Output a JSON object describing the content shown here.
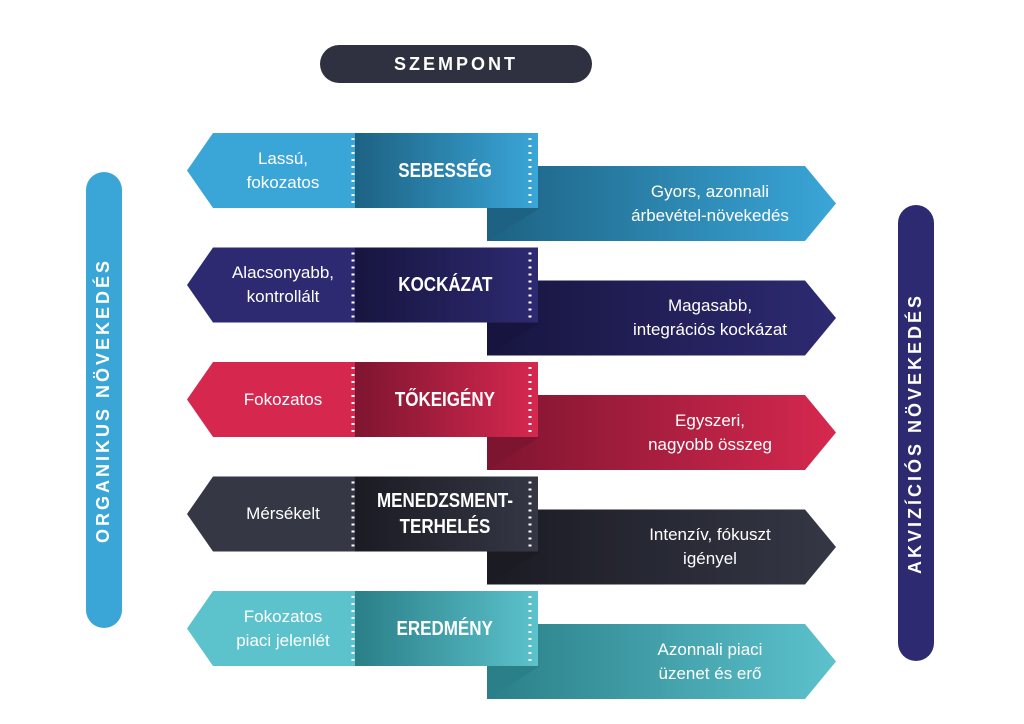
{
  "header": {
    "title": "SZEMPONT"
  },
  "left_axis": {
    "label": "ORGANIKUS NÖVEKEDÉS",
    "color": "#3aa6d8"
  },
  "right_axis": {
    "label": "AKVIZÍCIÓS NÖVEKEDÉS",
    "color": "#2e2a72"
  },
  "rows": [
    {
      "label": "SEBESSÉG",
      "left": "Lassú,\nfokozatos",
      "right": "Gyors, azonnali\nárbevétel-növekedés",
      "color": "#3aa6d8",
      "dark": "#1d6283"
    },
    {
      "label": "KOCKÁZAT",
      "left": "Alacsonyabb,\nkontrollált",
      "right": "Magasabb,\nintegrációs kockázat",
      "color": "#2e2a72",
      "dark": "#17153f"
    },
    {
      "label": "TŐKEIGÉNY",
      "left": "Fokozatos",
      "right": "Egyszeri,\nnagyobb összeg",
      "color": "#d6284f",
      "dark": "#7e1530"
    },
    {
      "label": "MENEDZSMENT-\nTERHELÉS",
      "left": "Mérsékelt",
      "right": "Intenzív, fókuszt\nigényel",
      "color": "#353745",
      "dark": "#1a1b23"
    },
    {
      "label": "EREDMÉNY",
      "left": "Fokozatos\npiaci jelenlét",
      "right": "Azonnali piaci\nüzenet és erő",
      "color": "#5cc2cc",
      "dark": "#2a7f88"
    }
  ]
}
